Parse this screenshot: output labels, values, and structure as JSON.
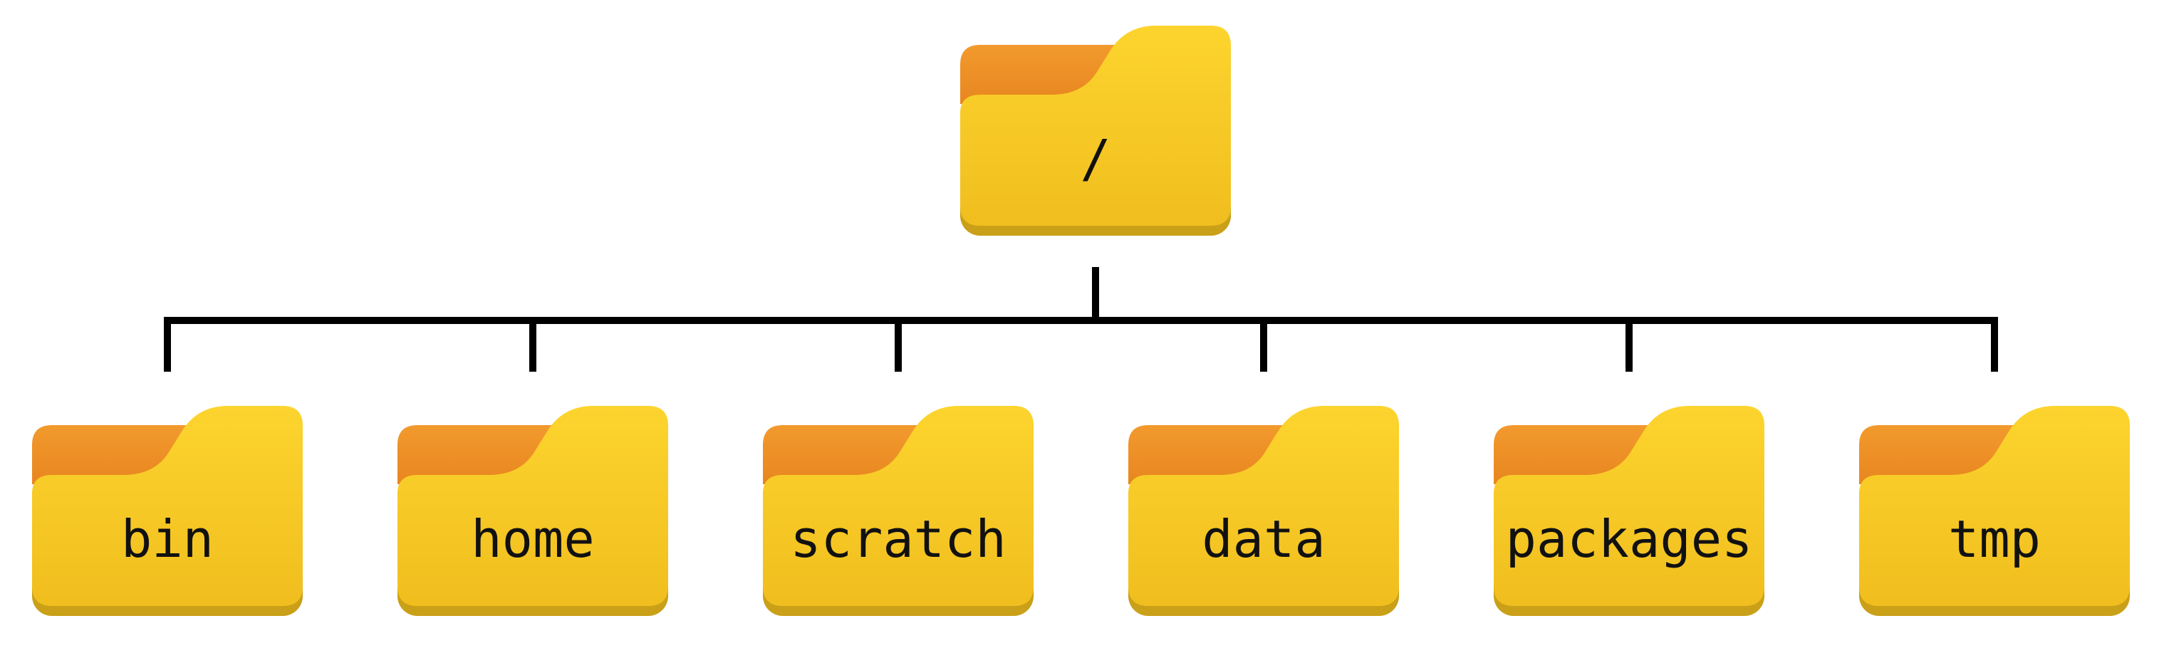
{
  "root": {
    "label": "/"
  },
  "children": [
    {
      "label": "bin"
    },
    {
      "label": "home"
    },
    {
      "label": "scratch"
    },
    {
      "label": "data"
    },
    {
      "label": "packages"
    },
    {
      "label": "tmp"
    }
  ],
  "colors": {
    "folder_back_top": "#F29A2E",
    "folder_back_bottom": "#E8861F",
    "folder_front_top": "#FDD42E",
    "folder_front_bottom": "#F0BE1E",
    "folder_shadow": "#C9A018",
    "connector": "#000000"
  }
}
